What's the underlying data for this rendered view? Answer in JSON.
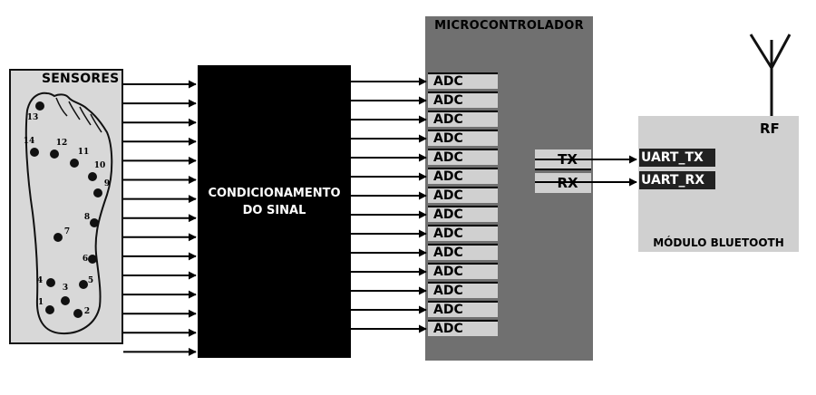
{
  "sensors": {
    "title": "SENSORES",
    "numbers": [
      "1",
      "2",
      "3",
      "4",
      "5",
      "6",
      "7",
      "8",
      "9",
      "10",
      "11",
      "12",
      "13",
      "14"
    ]
  },
  "conditioning": {
    "line1": "CONDICIONAMENTO",
    "line2": "DO SINAL"
  },
  "microcontroller": {
    "title": "MICROCONTROLADOR",
    "adc_labels": [
      "ADC",
      "ADC",
      "ADC",
      "ADC",
      "ADC",
      "ADC",
      "ADC",
      "ADC",
      "ADC",
      "ADC",
      "ADC",
      "ADC",
      "ADC",
      "ADC"
    ],
    "tx_label": "TX",
    "rx_label": "RX"
  },
  "bluetooth": {
    "title": "MÓDULO BLUETOOTH",
    "rf_label": "RF",
    "uart_tx": "UART_TX",
    "uart_rx": "UART_RX"
  }
}
